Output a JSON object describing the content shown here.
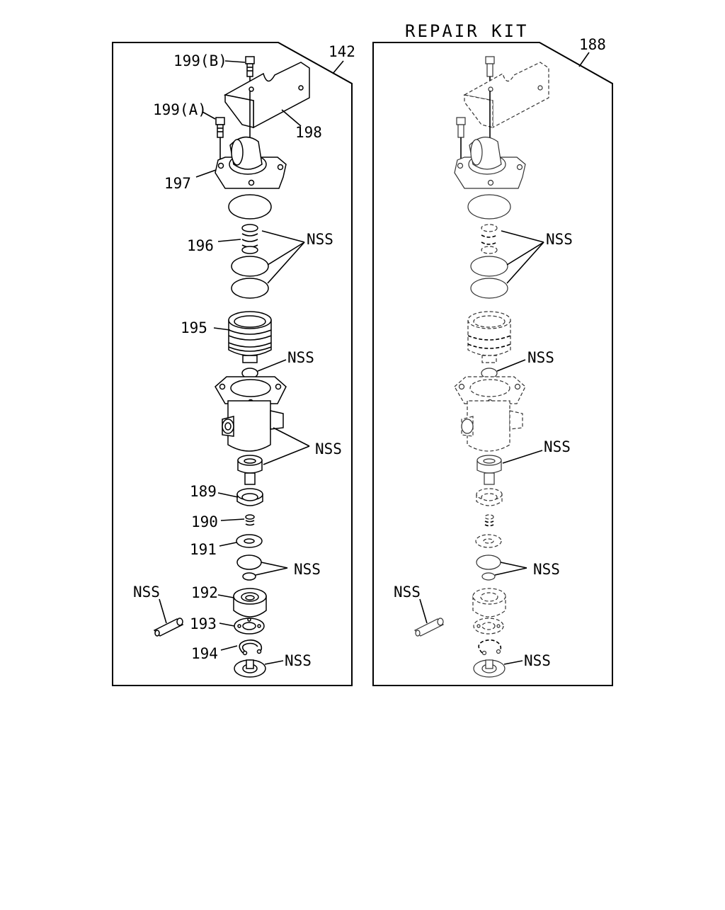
{
  "title": "REPAIR KIT",
  "assembly_panel": {
    "ref": "142",
    "labels": {
      "l199b": "199(B)",
      "l199a": "199(A)",
      "l198": "198",
      "l197": "197",
      "l196": "196",
      "nss_seals": "NSS",
      "l195": "195",
      "nss_ball": "NSS",
      "nss_body": "NSS",
      "l189": "189",
      "l190": "190",
      "l191": "191",
      "nss_orings": "NSS",
      "nss_pin": "NSS",
      "l192": "192",
      "l193": "193",
      "l194": "194",
      "nss_bottom": "NSS"
    }
  },
  "kit_panel": {
    "ref": "188",
    "labels": {
      "nss_seals": "NSS",
      "nss_ball": "NSS",
      "nss_piston": "NSS",
      "nss_orings": "NSS",
      "nss_pin": "NSS",
      "nss_bottom": "NSS"
    }
  }
}
